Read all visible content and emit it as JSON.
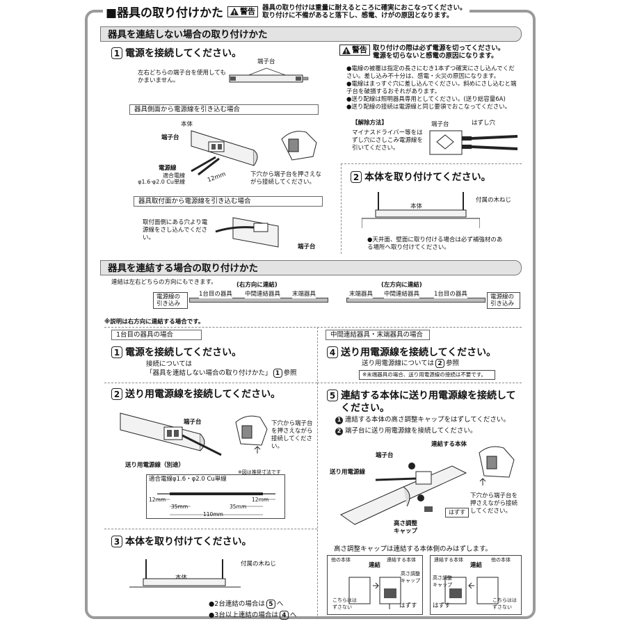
{
  "header": {
    "title": "■器具の取り付けかた",
    "warn_label": "警告",
    "warn_line1": "器具の取り付けは重量に耐えるところに確実におこなってください。",
    "warn_line2": "取り付けに不備があると落下し、感電、けがの原因となります。"
  },
  "sec1": {
    "title": "器具を連結しない場合の取り付けかた",
    "step1": {
      "num": "1",
      "title": "電源を接続してください。"
    },
    "terminal_label": "端子台",
    "either_side": "左右どちらの端子台を使用してもかまいません。",
    "side_box": "器具側面から電源線を引き込む場合",
    "body_label": "本体",
    "terminal_label2": "端子台",
    "wire_label": "電源線",
    "wire_spec1": "適合電線",
    "wire_spec2": "φ1.6·φ2.0 Cu単線",
    "mm12": "12mm",
    "push_note": "下穴から端子台を押さえながら接続してください。",
    "mount_box": "器具取付面から電源線を引き込む場合",
    "mount_note": "取付面側にある穴より電源線をさし込んでください。",
    "terminal_label3": "端子台",
    "warn_label": "警告",
    "warn_line1": "取り付けの際は必ず電源を切ってください。",
    "warn_line2": "電源を切らないと感電の原因になります。",
    "bullets": [
      "●電線の被覆は指定の長さにむき1本ずつ確実にさし込んでください。差し込み不十分は、感電・火災の原因になります。",
      "●電線はまっすぐ穴に差し込んでください。斜めにさし込むと端子台を破損するおそれがあります。",
      "●送り配線は照明器具専用としてください。(送り総容量6A)",
      "●送り配線の接続は電源線と同じ要領でおこなってください。"
    ],
    "release_title": "【解除方法】",
    "release_text": "マイナスドライバー等をはずし穴にさしこみ電源線を引いてください。",
    "release_terminal": "端子台",
    "release_hole": "はずし穴",
    "step2": {
      "num": "2",
      "title": "本体を取り付けてください。"
    },
    "screw_label": "付属の木ねじ",
    "body_label2": "本体",
    "ceiling_note": "●天井面、壁面に取り付ける場合は必ず補強材のある場所へ取り付けてください。"
  },
  "sec2": {
    "title": "器具を連結する場合の取り付けかた",
    "either_dir": "連結は左右どちらの方向にもできます。",
    "right_label": "(右方向に連結)",
    "left_label": "(左方向に連結)",
    "power_in": "電源線の引き込み",
    "first": "1台目の器具",
    "middle": "中間連結器具",
    "end": "末端器具",
    "power_in2": "電源線の引き込み",
    "end2": "末端器具",
    "middle2": "中間連結器具",
    "first2": "1台目の器具",
    "explain_note": "※説明は右方向に連結する場合です。",
    "left_box": "1台目の器具の場合",
    "right_box": "中間連結器具・末端器具の場合",
    "s1": {
      "num": "1",
      "title": "電源を接続してください。"
    },
    "s1_note1": "接続については",
    "s1_note2": "「器具を連結しない場合の取り付けかた」",
    "s1_ref": "1",
    "s1_ref_txt": "参照",
    "s2": {
      "num": "2",
      "title": "送り用電源線を接続してください。"
    },
    "terminal": "端子台",
    "push_note": "下穴から端子台を押さえながら接続してください。",
    "feed_wire": "送り用電源線（別途）",
    "actual_size": "※図は推奨寸法です",
    "wire_spec": "適合電線φ1.6・φ2.0 Cu単線",
    "mm12a": "12mm",
    "mm12b": "12mm",
    "mm35a": "35mm",
    "mm35b": "35mm",
    "mm110": "110mm",
    "s3": {
      "num": "3",
      "title": "本体を取り付けてください。"
    },
    "screw": "付属の木ねじ",
    "body": "本体",
    "two_units": "●2台連結の場合は",
    "two_ref": "5",
    "three_units": "●3台以上連結の場合は",
    "three_ref": "4",
    "suffix": "へ",
    "s4": {
      "num": "4",
      "title": "送り用電源線を接続してください。"
    },
    "s4_note": "送り用電源線については",
    "s4_ref": "2",
    "s4_ref_txt": "参照",
    "s4_box": "※末端器具の場合、送り用電源線の接続は不要です。",
    "s5": {
      "num": "5",
      "title1": "連結する本体に送り用電源線を接続して",
      "title2": "ください。"
    },
    "s5_a": "連結する本体の高さ調整キャップをはずしてください。",
    "s5_b": "端子台に送り用電源線を接続してください。",
    "connect_body": "連結する本体",
    "terminal2": "端子台",
    "feed_wire2": "送り用電源線",
    "push_note2": "下穴から端子台を押さえながら接続してください。",
    "remove": "はずす",
    "cap": "高さ調整キャップ",
    "cap_note": "高さ調整キャップは連結する本体側のみはずします。",
    "d1_other": "他の本体",
    "d1_connect": "連結",
    "d1_body": "連結する本体",
    "d1_cap": "高さ調整キャップ",
    "d1_keep": "こちらははずさない",
    "d1_remove": "はずす",
    "d2_body": "連結する本体",
    "d2_connect": "連結",
    "d2_other": "他の本体",
    "d2_cap": "高さ調整キャップ",
    "d2_keep": "こちらははずさない",
    "d2_remove": "はずす"
  }
}
